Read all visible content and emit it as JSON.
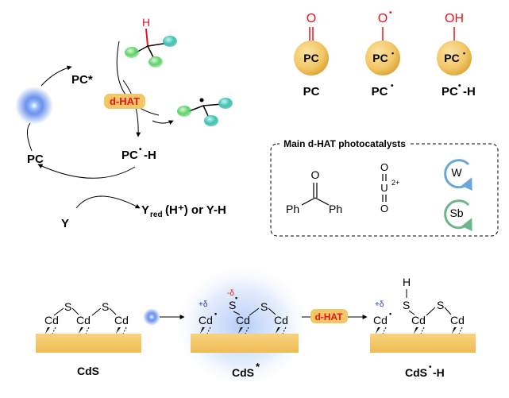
{
  "cycle": {
    "pc_star": "PC*",
    "pc": "PC",
    "pch_main": "PC",
    "pch_suffix": "-H",
    "dhat": "d-HAT",
    "y": "Y",
    "yred_main": "Y",
    "yred_sub": "red",
    "yred_rest": "(H⁺) or Y-H",
    "substrate_h": "H"
  },
  "states": {
    "circle_label": "PC",
    "radical_dot": "•",
    "items": [
      {
        "top": "O",
        "bottom_main": "PC",
        "bottom_suffix": ""
      },
      {
        "top": "O",
        "bottom_main": "PC",
        "bottom_suffix": ""
      },
      {
        "top": "OH",
        "bottom_main": "PC",
        "bottom_suffix": "-H"
      }
    ]
  },
  "catalysts": {
    "title": "Main d-HAT photocatalysts",
    "benzophenone_o": "O",
    "ph_left": "Ph",
    "ph_right": "Ph",
    "uranyl_o_top": "O",
    "uranyl_u": "U",
    "uranyl_o_bottom": "O",
    "uranyl_charge": "2+",
    "w_label": "W",
    "sb_label": "Sb"
  },
  "cds": {
    "cd": "Cd",
    "s": "S",
    "h": "H",
    "plus_delta": "+δ",
    "minus_delta": "-δ",
    "dhat": "d-HAT",
    "label1": "CdS",
    "label2_main": "CdS",
    "label2_sup": "*",
    "label3_main": "CdS",
    "label3_suffix": "-H"
  },
  "colors": {
    "red": "#e8141c",
    "gold": "#f2c766",
    "blue_glow": "#3d6fe6",
    "teal": "#3cc4b4",
    "green": "#4fd05a",
    "w_arrow": "#6aa7d8",
    "sb_arrow": "#6fb58a"
  }
}
